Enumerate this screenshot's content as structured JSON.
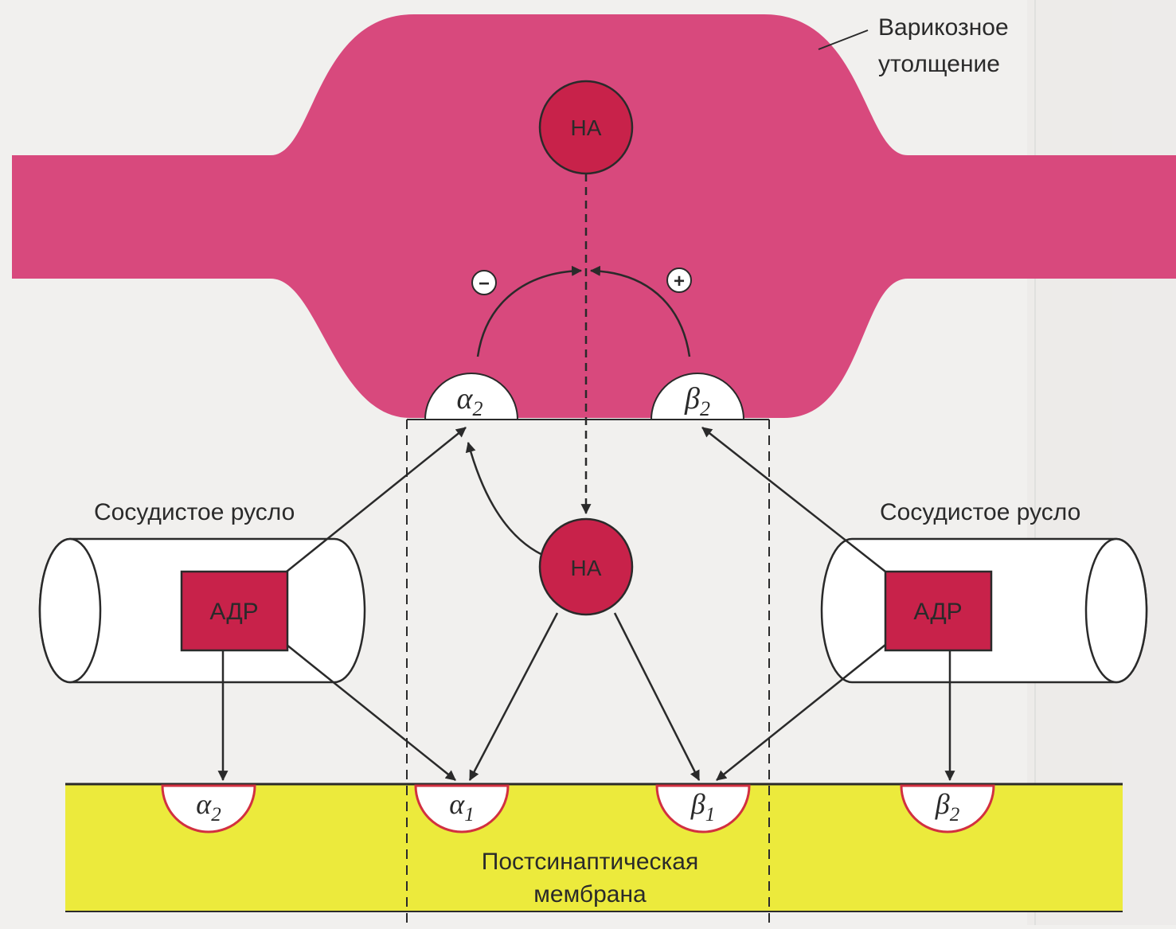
{
  "labels": {
    "varicosity_line1": "Варикозное",
    "varicosity_line2": "утолщение",
    "vessel_left": "Сосудистое русло",
    "vessel_right": "Сосудистое русло",
    "membrane_line1": "Постсинаптическая",
    "membrane_line2": "мембрана"
  },
  "molecules": {
    "na_top": "НА",
    "na_center": "НА",
    "adr_left": "АДР",
    "adr_right": "АДР"
  },
  "signs": {
    "minus": "−",
    "plus": "+"
  },
  "receptors": {
    "pre_alpha2": {
      "base": "α",
      "sub": "2"
    },
    "pre_beta2": {
      "base": "β",
      "sub": "2"
    },
    "post_alpha2": {
      "base": "α",
      "sub": "2"
    },
    "post_alpha1": {
      "base": "α",
      "sub": "1"
    },
    "post_beta1": {
      "base": "β",
      "sub": "1"
    },
    "post_beta2": {
      "base": "β",
      "sub": "2"
    }
  },
  "colors": {
    "axon": "#d8497d",
    "molecule": "#c8224a",
    "membrane": "#ecea3c",
    "receptor_rim": "#d23040",
    "line": "#2a2a2a",
    "background": "#f1f0ee"
  }
}
